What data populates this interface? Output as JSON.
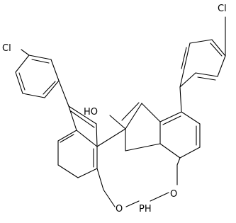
{
  "structure": {
    "atoms": {
      "cl_left": "Cl",
      "cl_right": "Cl",
      "hydroxyl": "HO",
      "oxygen_left": "O",
      "phosphorus": "PH",
      "oxygen_right": "O"
    }
  }
}
